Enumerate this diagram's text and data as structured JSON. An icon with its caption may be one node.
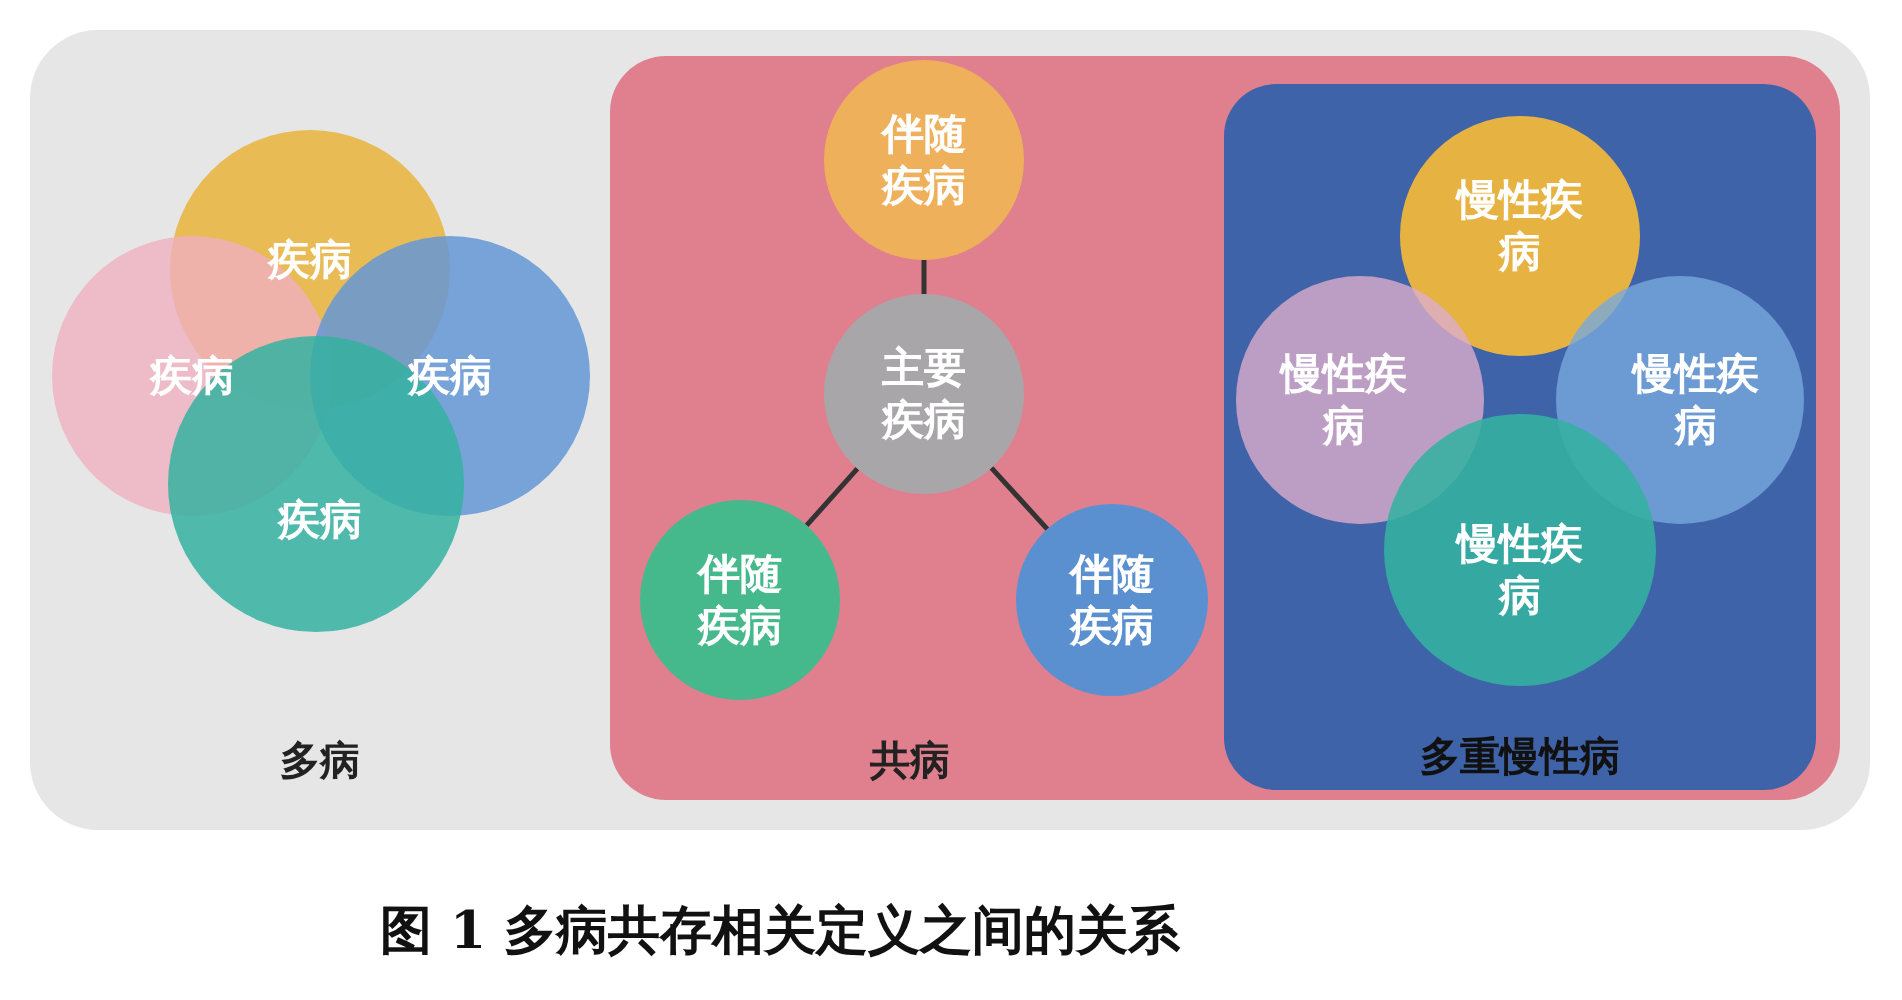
{
  "diagram": {
    "caption": "图 1 多病共存相关定义之间的关系",
    "nodes": [
      {
        "text": [
          "多病"
        ]
      },
      {
        "text": [
          "疾病"
        ],
        "in": 0
      },
      {
        "text": [
          "疾病"
        ],
        "in": 0
      },
      {
        "text": [
          "疾病"
        ],
        "in": 0
      },
      {
        "text": [
          "疾病"
        ],
        "in": 0
      },
      {
        "text": [
          "共病"
        ],
        "in": 0
      },
      {
        "text": [
          "伴随疾病"
        ],
        "in": 5
      },
      {
        "text": [
          "主要疾病"
        ],
        "in": 5
      },
      {
        "text": [
          "伴随疾病"
        ],
        "in": 5
      },
      {
        "text": [
          "伴随疾病"
        ],
        "in": 5
      },
      {
        "text": [
          "多重慢性病"
        ],
        "in": 5
      },
      {
        "text": [
          "慢性疾病"
        ],
        "in": 10
      },
      {
        "text": [
          "慢性疾病"
        ],
        "in": 10
      },
      {
        "text": [
          "慢性疾病"
        ],
        "in": 10
      },
      {
        "text": [
          "慢性疾病"
        ],
        "in": 10
      }
    ],
    "edges": [
      {
        "from": 7,
        "to": 6,
        "arrow": "none"
      },
      {
        "from": 7,
        "to": 8,
        "arrow": "none"
      },
      {
        "from": 7,
        "to": 9,
        "arrow": "none"
      }
    ]
  }
}
